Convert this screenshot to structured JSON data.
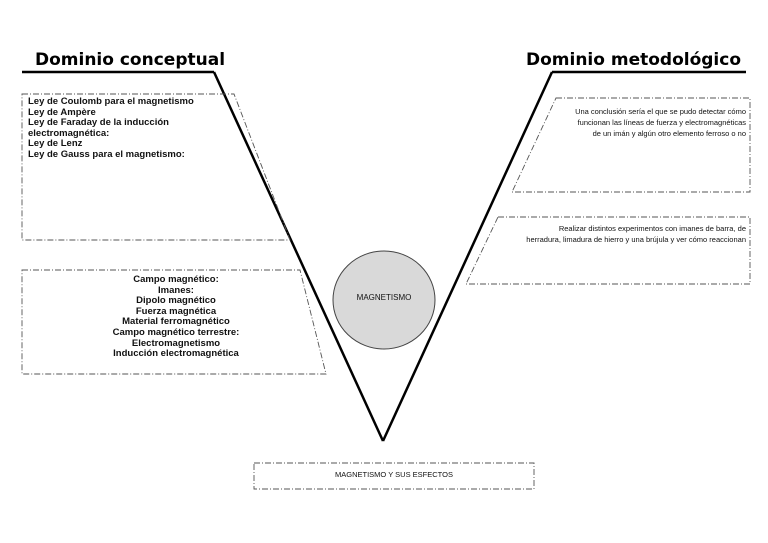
{
  "domains": {
    "conceptual": "Dominio conceptual",
    "methodological": "Dominio metodológico"
  },
  "theories": [
    "Ley de Coulomb para el magnetismo",
    "Ley de Ampère",
    "Ley de Faraday de la inducción",
    "electromagnética:",
    "Ley de Lenz",
    "Ley de Gauss para el magnetismo:"
  ],
  "concepts": [
    "Campo magnético:",
    "Imanes:",
    "Dipolo magnético",
    "Fuerza magnética",
    "Material ferromagnético",
    "Campo magnético terrestre:",
    "Electromagnetismo",
    "Inducción electromagnética"
  ],
  "conclusion": [
    "Una conclusión sería el que se pudo detectar cómo",
    "funcionan las líneas de fuerza y electromagnéticas",
    "de un imán y algún otro elemento ferroso o no"
  ],
  "procedure": [
    "Realizar distintos experimentos con imanes de barra, de",
    "herradura, limadura de hierro y una brújula y ver cómo reaccionan"
  ],
  "center_topic": "MAGNETISMO",
  "event": "MAGNETISMO Y SUS ESFECTOS",
  "colors": {
    "line": "#000000",
    "dashed_border": "#555555",
    "circle_fill": "#d9d9d9"
  }
}
